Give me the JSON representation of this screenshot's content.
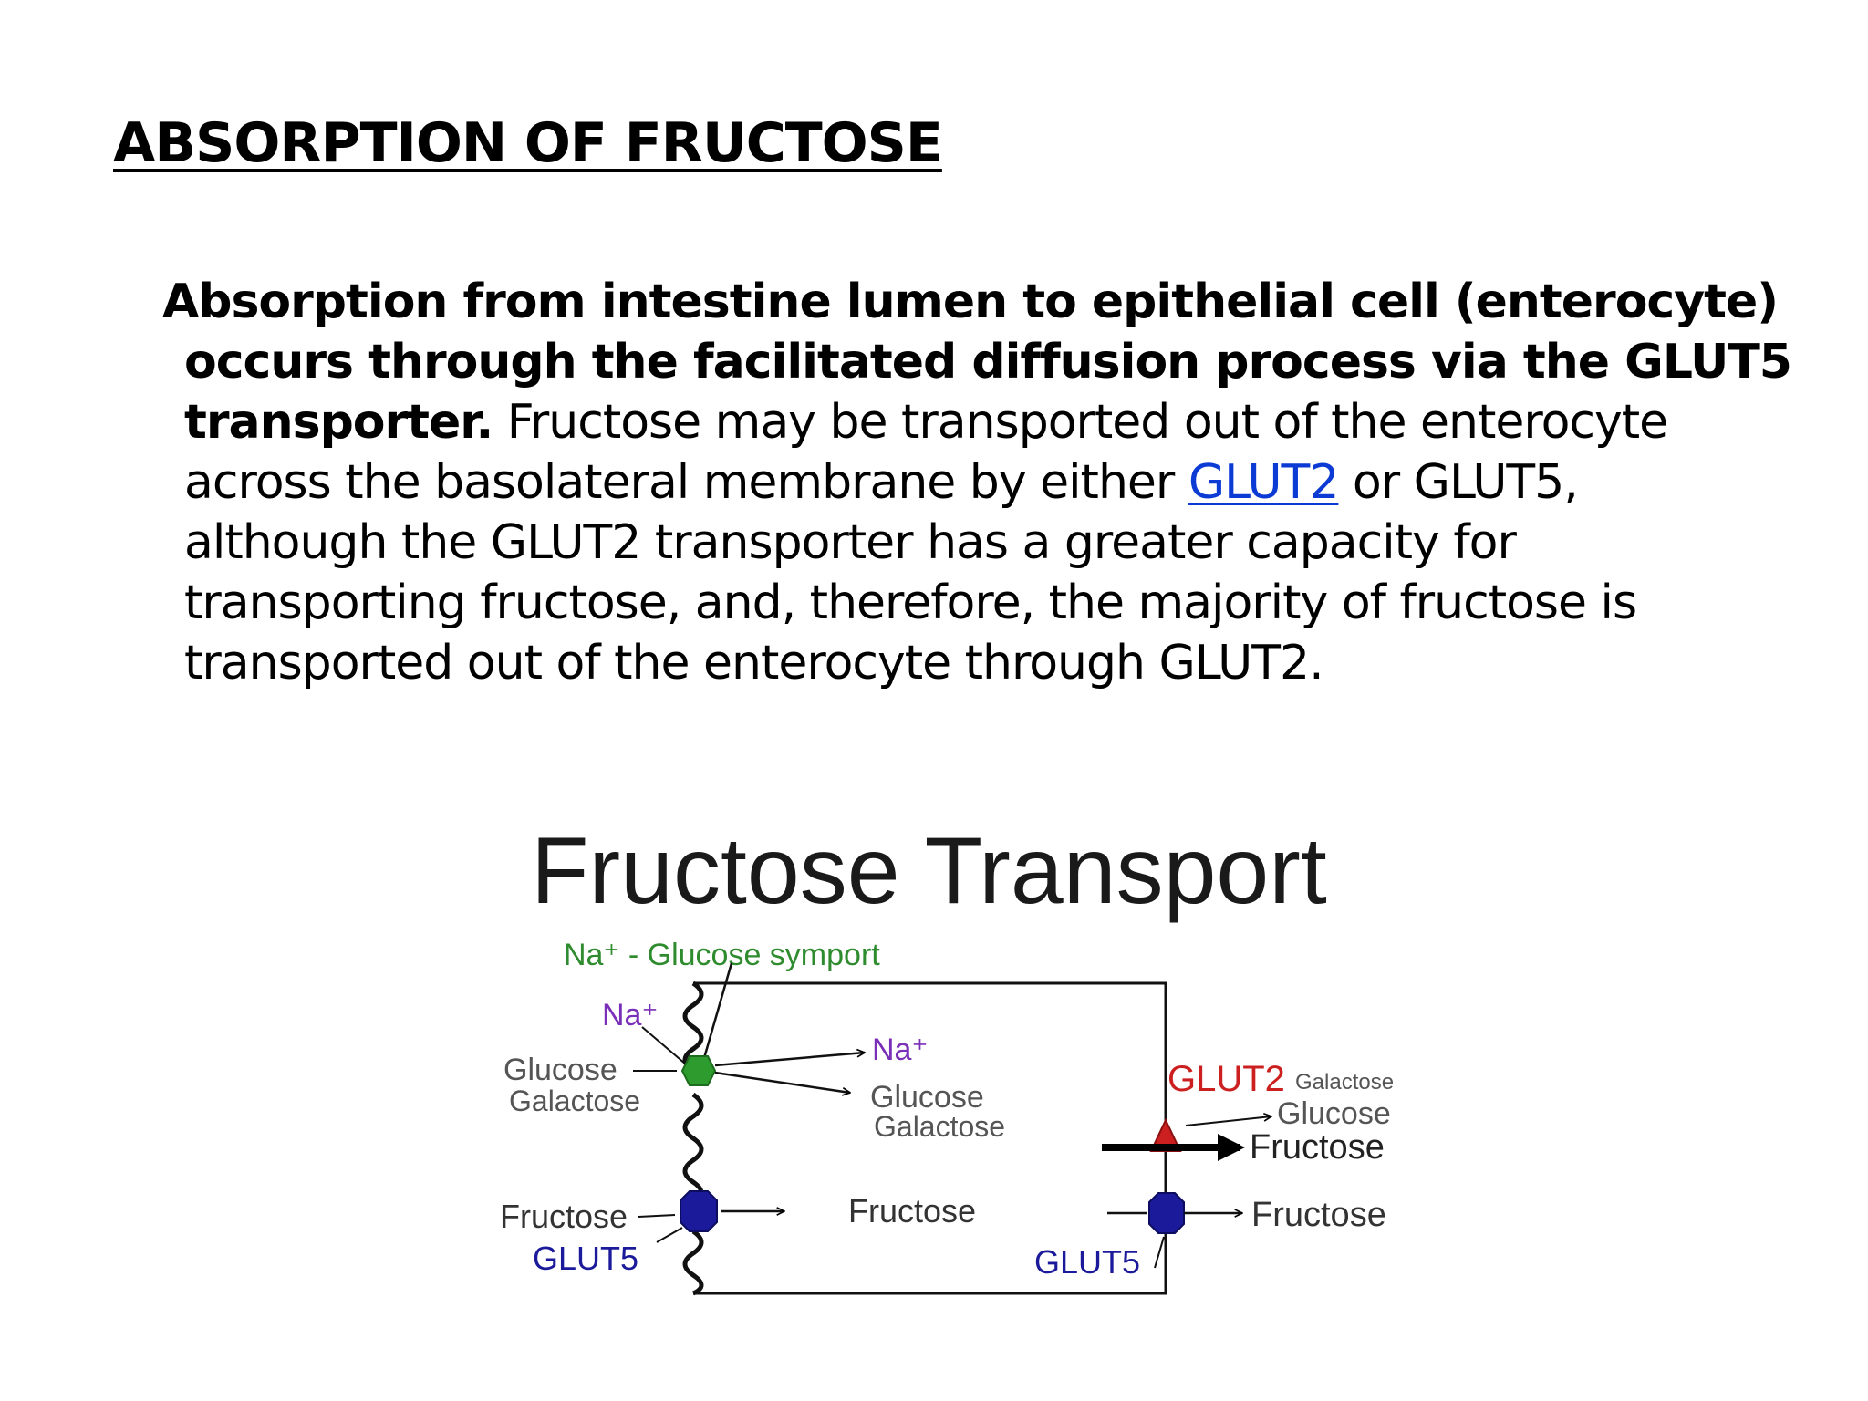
{
  "slide": {
    "title": "ABSORPTION OF FRUCTOSE",
    "paragraph": {
      "bold_line1": "Absorption from intestine lumen to epithelial cell (enterocyte)",
      "bold_line2": "occurs through the facilitated diffusion process via the GLUT5",
      "bold_line3": "transporter.",
      "line3_rest": " Fructose may be transported out of the enterocyte",
      "line4_start": "across the basolateral membrane by either ",
      "line4_link": "GLUT2",
      "line4_end": " or GLUT5,",
      "line5": "although the GLUT2 transporter has a greater capacity for",
      "line6": "transporting fructose, and, therefore, the majority of fructose is",
      "line7": "transported out of the enterocyte through GLUT2."
    }
  },
  "diagram": {
    "title": "Fructose Transport",
    "symport_label": "Na⁺ - Glucose symport",
    "na_in": "Na⁺",
    "glucose_in": "Glucose",
    "galactose_in": "Galactose",
    "na_out": "Na⁺",
    "glucose_mid": "Glucose",
    "galactose_mid": "Galactose",
    "fructose_in": "Fructose",
    "glut5_apical": "GLUT5",
    "fructose_mid": "Fructose",
    "glut2": "GLUT2",
    "galactose_right": "Galactose",
    "glucose_right": "Glucose",
    "fructose_right_glut2": "Fructose",
    "fructose_right_glut5": "Fructose",
    "glut5_basal": "GLUT5",
    "colors": {
      "symport_green": "#2e8b2e",
      "na_purple": "#7a2fb8",
      "glut5_blue": "#1a1a9a",
      "glut2_red": "#cc1f1f",
      "gray_text": "#555555"
    }
  }
}
